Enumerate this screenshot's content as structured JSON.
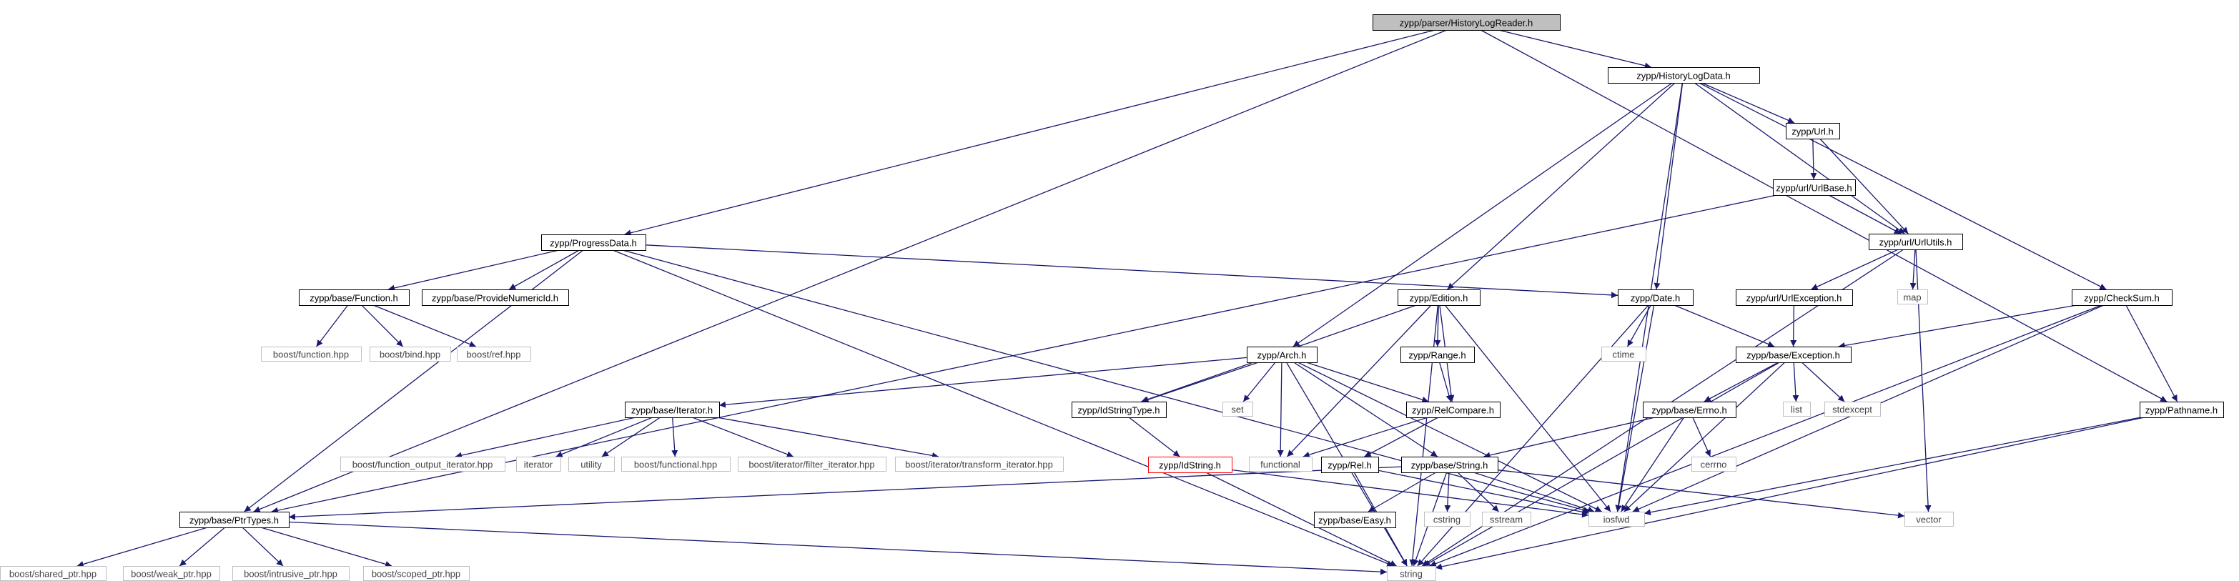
{
  "graph": {
    "colors": {
      "edge": "#191970",
      "box_border": "#000000",
      "box_fill": "#ffffff",
      "root_fill": "#bfbfbf",
      "external_border": "#bfbfbf",
      "external_text": "#444444",
      "missing_border": "#ff0000",
      "text": "#000000"
    },
    "nodes": [
      {
        "id": "root",
        "label": "zypp/parser/HistoryLogReader.h",
        "kind": "root"
      },
      {
        "id": "history",
        "label": "zypp/HistoryLogData.h",
        "kind": "header"
      },
      {
        "id": "progress",
        "label": "zypp/ProgressData.h",
        "kind": "header"
      },
      {
        "id": "url",
        "label": "zypp/Url.h",
        "kind": "header"
      },
      {
        "id": "urlbase",
        "label": "zypp/url/UrlBase.h",
        "kind": "header"
      },
      {
        "id": "urlutils",
        "label": "zypp/url/UrlUtils.h",
        "kind": "header"
      },
      {
        "id": "map",
        "label": "map",
        "kind": "external"
      },
      {
        "id": "function",
        "label": "zypp/base/Function.h",
        "kind": "header"
      },
      {
        "id": "providenum",
        "label": "zypp/base/ProvideNumericId.h",
        "kind": "header"
      },
      {
        "id": "edition",
        "label": "zypp/Edition.h",
        "kind": "header"
      },
      {
        "id": "date",
        "label": "zypp/Date.h",
        "kind": "header"
      },
      {
        "id": "urlexc",
        "label": "zypp/url/UrlException.h",
        "kind": "header"
      },
      {
        "id": "checksum",
        "label": "zypp/CheckSum.h",
        "kind": "header"
      },
      {
        "id": "bfunction",
        "label": "boost/function.hpp",
        "kind": "external"
      },
      {
        "id": "bbind",
        "label": "boost/bind.hpp",
        "kind": "external"
      },
      {
        "id": "bref",
        "label": "boost/ref.hpp",
        "kind": "external"
      },
      {
        "id": "arch",
        "label": "zypp/Arch.h",
        "kind": "header"
      },
      {
        "id": "range",
        "label": "zypp/Range.h",
        "kind": "header"
      },
      {
        "id": "ctime",
        "label": "ctime",
        "kind": "external"
      },
      {
        "id": "exception",
        "label": "zypp/base/Exception.h",
        "kind": "header"
      },
      {
        "id": "iterator",
        "label": "zypp/base/Iterator.h",
        "kind": "header"
      },
      {
        "id": "idstringtype",
        "label": "zypp/IdStringType.h",
        "kind": "header"
      },
      {
        "id": "set",
        "label": "set",
        "kind": "external"
      },
      {
        "id": "relcompare",
        "label": "zypp/RelCompare.h",
        "kind": "header"
      },
      {
        "id": "list",
        "label": "list",
        "kind": "external"
      },
      {
        "id": "stdexcept",
        "label": "stdexcept",
        "kind": "external"
      },
      {
        "id": "errno",
        "label": "zypp/base/Errno.h",
        "kind": "header"
      },
      {
        "id": "pathname",
        "label": "zypp/Pathname.h",
        "kind": "header"
      },
      {
        "id": "bfoi",
        "label": "boost/function_output_iterator.hpp",
        "kind": "external"
      },
      {
        "id": "iteratorstd",
        "label": "iterator",
        "kind": "external"
      },
      {
        "id": "utility",
        "label": "utility",
        "kind": "external"
      },
      {
        "id": "bfunctional",
        "label": "boost/functional.hpp",
        "kind": "external"
      },
      {
        "id": "bfilter",
        "label": "boost/iterator/filter_iterator.hpp",
        "kind": "external"
      },
      {
        "id": "btransform",
        "label": "boost/iterator/transform_iterator.hpp",
        "kind": "external"
      },
      {
        "id": "idstring",
        "label": "zypp/IdString.h",
        "kind": "missing"
      },
      {
        "id": "functional",
        "label": "functional",
        "kind": "external"
      },
      {
        "id": "rel",
        "label": "zypp/Rel.h",
        "kind": "header"
      },
      {
        "id": "string_h",
        "label": "zypp/base/String.h",
        "kind": "header"
      },
      {
        "id": "cerrno",
        "label": "cerrno",
        "kind": "external"
      },
      {
        "id": "ptrtypes",
        "label": "zypp/base/PtrTypes.h",
        "kind": "header"
      },
      {
        "id": "easy",
        "label": "zypp/base/Easy.h",
        "kind": "header"
      },
      {
        "id": "cstring",
        "label": "cstring",
        "kind": "external"
      },
      {
        "id": "sstream",
        "label": "sstream",
        "kind": "external"
      },
      {
        "id": "iosfwd",
        "label": "iosfwd",
        "kind": "external"
      },
      {
        "id": "vector",
        "label": "vector",
        "kind": "external"
      },
      {
        "id": "bshared",
        "label": "boost/shared_ptr.hpp",
        "kind": "external"
      },
      {
        "id": "bweak",
        "label": "boost/weak_ptr.hpp",
        "kind": "external"
      },
      {
        "id": "bintrusive",
        "label": "boost/intrusive_ptr.hpp",
        "kind": "external"
      },
      {
        "id": "bscoped",
        "label": "boost/scoped_ptr.hpp",
        "kind": "external"
      },
      {
        "id": "string",
        "label": "string",
        "kind": "external"
      }
    ],
    "edges": [
      [
        "root",
        "history"
      ],
      [
        "root",
        "progress"
      ],
      [
        "root",
        "ptrtypes"
      ],
      [
        "root",
        "pathname"
      ],
      [
        "history",
        "url"
      ],
      [
        "history",
        "urlutils"
      ],
      [
        "history",
        "edition"
      ],
      [
        "history",
        "arch"
      ],
      [
        "history",
        "date"
      ],
      [
        "history",
        "checksum"
      ],
      [
        "history",
        "iosfwd"
      ],
      [
        "url",
        "urlbase"
      ],
      [
        "url",
        "urlutils"
      ],
      [
        "urlbase",
        "urlutils"
      ],
      [
        "urlbase",
        "ptrtypes"
      ],
      [
        "urlutils",
        "map"
      ],
      [
        "urlutils",
        "urlexc"
      ],
      [
        "urlutils",
        "vector"
      ],
      [
        "urlutils",
        "string"
      ],
      [
        "urlexc",
        "exception"
      ],
      [
        "progress",
        "function"
      ],
      [
        "progress",
        "providenum"
      ],
      [
        "progress",
        "ptrtypes"
      ],
      [
        "progress",
        "date"
      ],
      [
        "progress",
        "iosfwd"
      ],
      [
        "progress",
        "string"
      ],
      [
        "function",
        "bfunction"
      ],
      [
        "function",
        "bbind"
      ],
      [
        "function",
        "bref"
      ],
      [
        "date",
        "ctime"
      ],
      [
        "date",
        "exception"
      ],
      [
        "date",
        "iosfwd"
      ],
      [
        "date",
        "string"
      ],
      [
        "checksum",
        "exception"
      ],
      [
        "checksum",
        "pathname"
      ],
      [
        "checksum",
        "iosfwd"
      ],
      [
        "checksum",
        "string"
      ],
      [
        "edition",
        "idstringtype"
      ],
      [
        "edition",
        "range"
      ],
      [
        "edition",
        "relcompare"
      ],
      [
        "edition",
        "functional"
      ],
      [
        "edition",
        "iosfwd"
      ],
      [
        "edition",
        "string"
      ],
      [
        "range",
        "relcompare"
      ],
      [
        "arch",
        "iterator"
      ],
      [
        "arch",
        "idstringtype"
      ],
      [
        "arch",
        "relcompare"
      ],
      [
        "arch",
        "set"
      ],
      [
        "arch",
        "functional"
      ],
      [
        "arch",
        "string_h"
      ],
      [
        "arch",
        "iosfwd"
      ],
      [
        "arch",
        "string"
      ],
      [
        "iterator",
        "bfoi"
      ],
      [
        "iterator",
        "iteratorstd"
      ],
      [
        "iterator",
        "utility"
      ],
      [
        "iterator",
        "bfunctional"
      ],
      [
        "iterator",
        "bfilter"
      ],
      [
        "iterator",
        "btransform"
      ],
      [
        "idstringtype",
        "idstring"
      ],
      [
        "idstring",
        "iosfwd"
      ],
      [
        "idstring",
        "string"
      ],
      [
        "relcompare",
        "functional"
      ],
      [
        "relcompare",
        "rel"
      ],
      [
        "rel",
        "iosfwd"
      ],
      [
        "rel",
        "string"
      ],
      [
        "exception",
        "list"
      ],
      [
        "exception",
        "stdexcept"
      ],
      [
        "exception",
        "errno"
      ],
      [
        "exception",
        "iosfwd"
      ],
      [
        "exception",
        "string"
      ],
      [
        "errno",
        "cerrno"
      ],
      [
        "errno",
        "string_h"
      ],
      [
        "errno",
        "iosfwd"
      ],
      [
        "string_h",
        "easy"
      ],
      [
        "string_h",
        "cstring"
      ],
      [
        "string_h",
        "sstream"
      ],
      [
        "string_h",
        "iosfwd"
      ],
      [
        "string_h",
        "vector"
      ],
      [
        "string_h",
        "ptrtypes"
      ],
      [
        "string_h",
        "string"
      ],
      [
        "pathname",
        "iosfwd"
      ],
      [
        "pathname",
        "string"
      ],
      [
        "ptrtypes",
        "bshared"
      ],
      [
        "ptrtypes",
        "bweak"
      ],
      [
        "ptrtypes",
        "bintrusive"
      ],
      [
        "ptrtypes",
        "bscoped"
      ],
      [
        "ptrtypes",
        "string"
      ]
    ]
  }
}
